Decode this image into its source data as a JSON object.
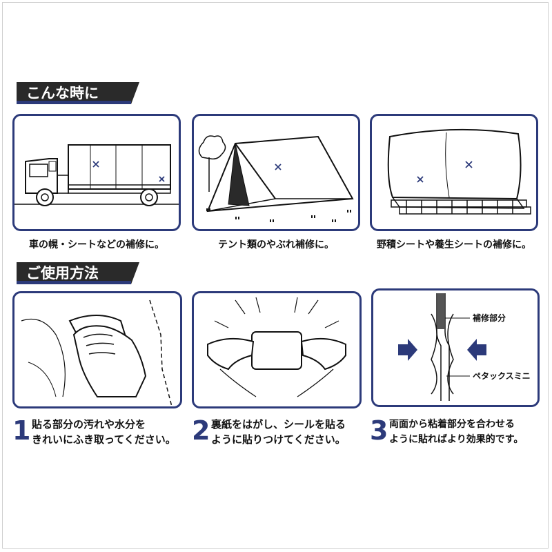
{
  "sections": {
    "when": "こんな時に",
    "howto": "ご使用方法"
  },
  "captions": {
    "truck": "車の幌・シートなどの補修に。",
    "tent": "テント類のやぶれ補修に。",
    "sheet": "野積シートや養生シートの補修に。"
  },
  "steps": [
    {
      "num": "1",
      "line1": "貼る部分の汚れや水分を",
      "line2": "きれいにふき取ってください。"
    },
    {
      "num": "2",
      "line1": "裏紙をはがし、シールを貼る",
      "line2": "ように貼りつけてください。"
    },
    {
      "num": "3",
      "line1": "両面から粘着部分を合わせる",
      "line2": "ように貼ればより効果的です。"
    }
  ],
  "diagram_labels": {
    "repair": "補修部分",
    "product": "ペタックスミニ"
  },
  "colors": {
    "navy": "#2c3a7a",
    "header_bg": "#2a2a2a"
  }
}
